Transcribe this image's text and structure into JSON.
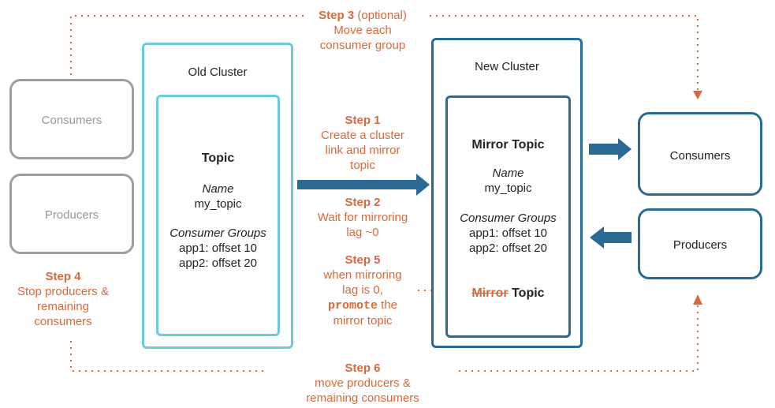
{
  "colors": {
    "accent_orange": "#d9693a",
    "light_blue": "#6cc9e0",
    "dark_blue": "#2a6b96",
    "grey": "#9e9e9e"
  },
  "left": {
    "consumers": "Consumers",
    "producers": "Producers",
    "step4_label": "Step 4",
    "step4_text": [
      "Stop producers &",
      "remaining",
      "consumers"
    ]
  },
  "old_cluster": {
    "title": "Old Cluster",
    "topic_heading": "Topic",
    "name_label": "Name",
    "name_value": "my_topic",
    "groups_label": "Consumer Groups",
    "group1": "app1: offset 10",
    "group2": "app2: offset 20"
  },
  "new_cluster": {
    "title": "New Cluster",
    "mirror_heading": "Mirror Topic",
    "name_label": "Name",
    "name_value": "my_topic",
    "groups_label": "Consumer Groups",
    "group1": "app1: offset 10",
    "group2": "app2: offset 20",
    "struck_word": "Mirror",
    "topic_word": "Topic"
  },
  "right": {
    "consumers": "Consumers",
    "producers": "Producers"
  },
  "steps": {
    "step1_label": "Step 1",
    "step1_text": [
      "Create a cluster",
      "link and mirror",
      "topic"
    ],
    "step2_label": "Step 2",
    "step2_text": [
      "Wait for mirroring",
      "lag ~0"
    ],
    "step3_label": "Step 3",
    "step3_suffix": " (optional)",
    "step3_text": [
      "Move each",
      "consumer group"
    ],
    "step5_label": "Step 5",
    "step5_text": [
      "when mirroring",
      "lag is 0,"
    ],
    "step5_cmd": "promote",
    "step5_after": " the",
    "step5_last": "mirror topic",
    "step6_label": "Step 6",
    "step6_text": [
      "move producers &",
      "remaining consumers"
    ]
  }
}
